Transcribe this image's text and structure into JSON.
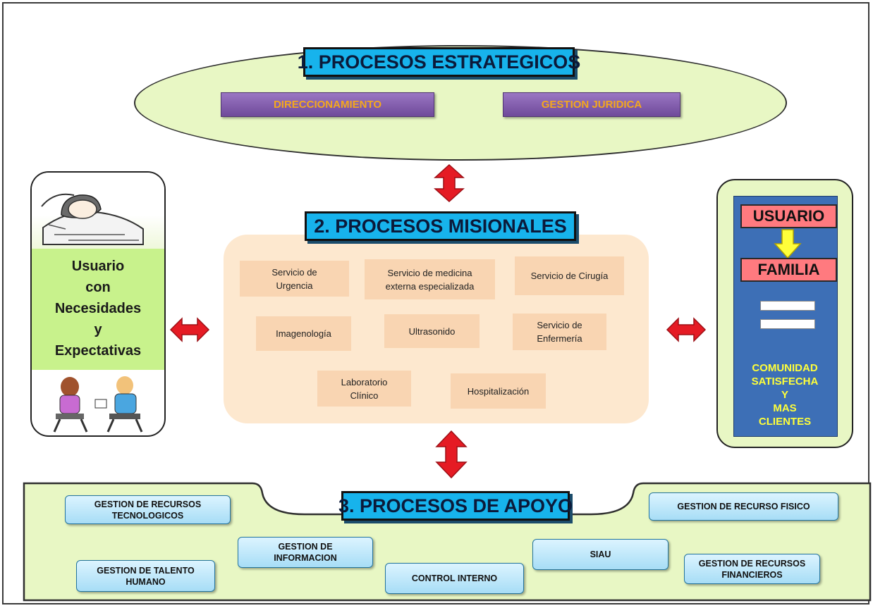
{
  "strategic": {
    "title": "1. PROCESOS ESTRATEGICOS",
    "items": [
      "DIRECCIONAMIENTO",
      "GESTION JURIDICA"
    ]
  },
  "missional": {
    "title": "2. PROCESOS MISIONALES",
    "items": [
      "Servicio de\nUrgencia",
      "Servicio de medicina\nexterna especializada",
      "Servicio de Cirugía",
      "Imagenología",
      "Ultrasonido",
      "Servicio de\nEnfermería",
      "Laboratorio\nClínico",
      "Hospitalización"
    ]
  },
  "support": {
    "title": "3. PROCESOS DE APOYO",
    "items": [
      "GESTION DE RECURSOS\nTECNOLOGICOS",
      "GESTION DE RECURSO FISICO",
      "GESTION DE\nINFORMACION",
      "SIAU",
      "GESTION DE TALENTO\nHUMANO",
      "CONTROL INTERNO",
      "GESTION DE RECURSOS\nFINANCIEROS"
    ]
  },
  "input": {
    "label": "Usuario\ncon\nNecesidades\ny\nExpectativas"
  },
  "output": {
    "top": "USUARIO",
    "middle": "FAMILIA",
    "bottom": "COMUNIDAD\nSATISFECHA\nY\nMAS\nCLIENTES"
  },
  "icons": [
    "sleeping-patient-icon",
    "consultation-icon",
    "double-arrow-icon",
    "down-arrow-icon",
    "equals-icon"
  ],
  "colors": {
    "ellipse_fill": "#e8f7c4",
    "title_fill": "#17b3ec",
    "purple_fill": "#7b55a6",
    "purple_text": "#f4a81d",
    "peach_area": "#fde8cf",
    "peach_box": "#f9d5b2",
    "support_box": "#bde7fb",
    "output_blue": "#3d6fb6",
    "output_pink": "#ff7a7f",
    "arrow_red": "#e51b24",
    "yellow": "#ffff3a"
  }
}
